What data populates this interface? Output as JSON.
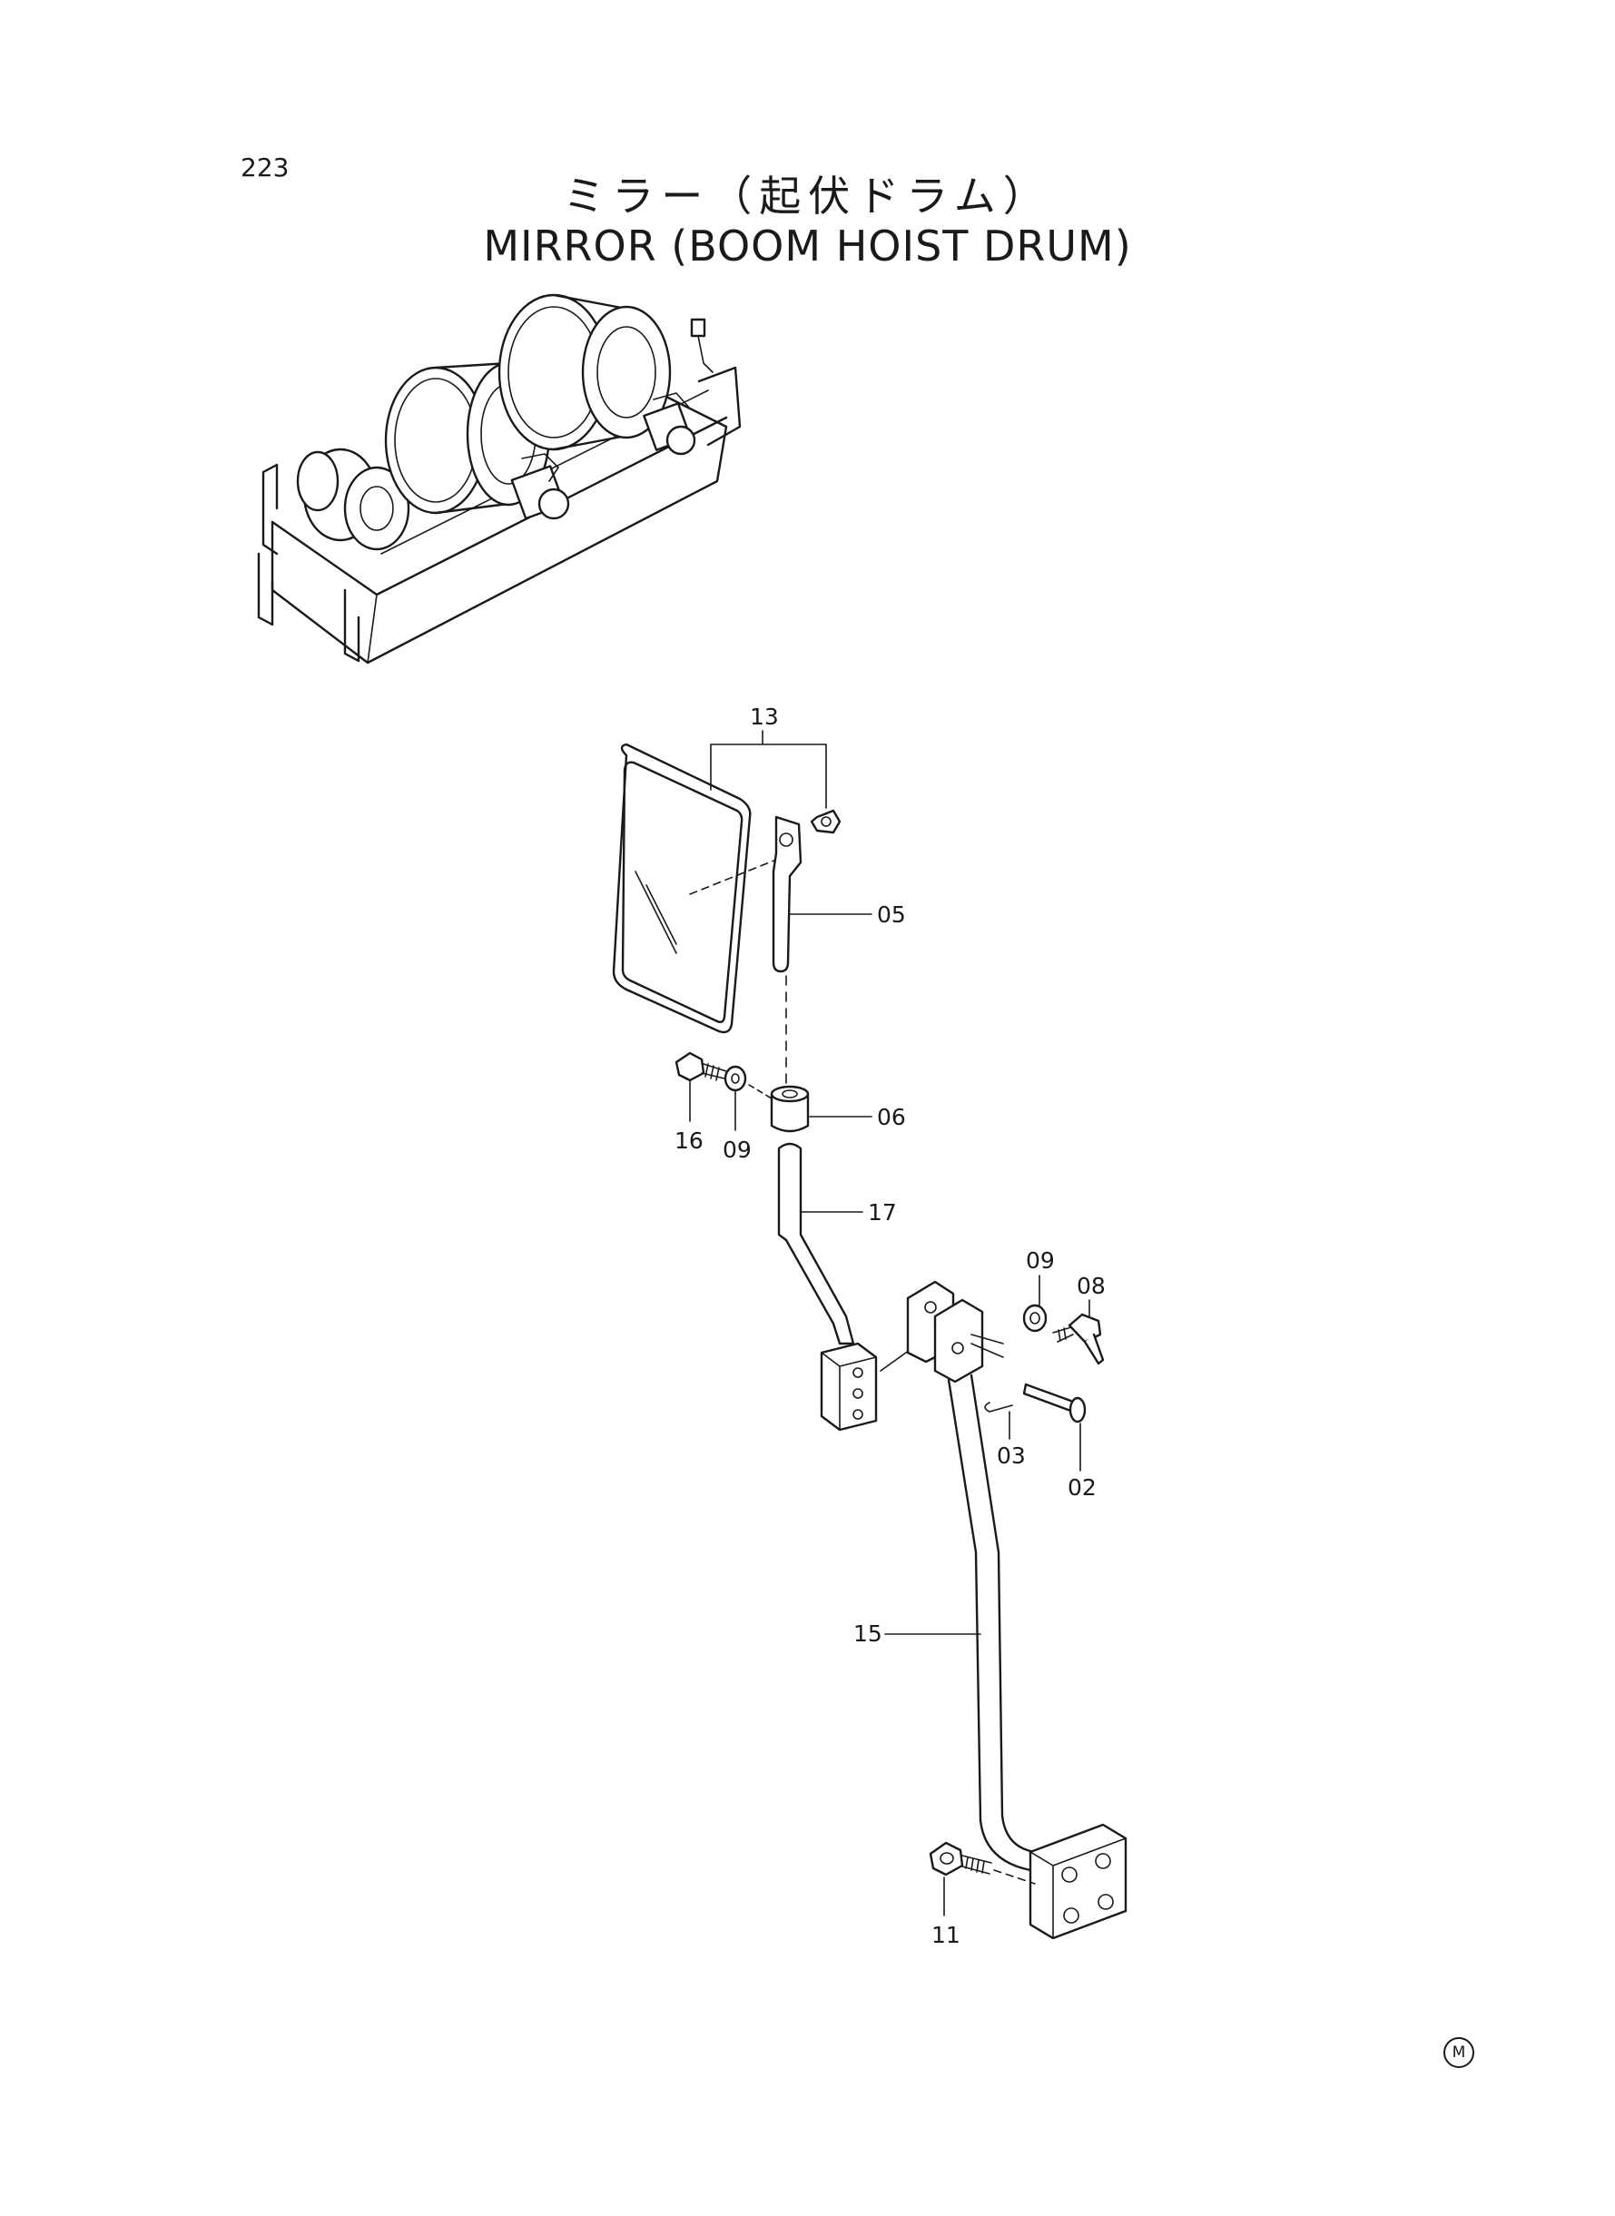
{
  "page": {
    "number": "223",
    "title_jp": "ミラー（起伏ドラム）",
    "title_en": "MIRROR (BOOM HOIST DRUM)",
    "mark": "M"
  },
  "callouts": {
    "c13": "13",
    "c05": "05",
    "c06": "06",
    "c16": "16",
    "c09a": "09",
    "c17": "17",
    "c09b": "09",
    "c08": "08",
    "c03": "03",
    "c02": "02",
    "c15": "15",
    "c11": "11"
  }
}
